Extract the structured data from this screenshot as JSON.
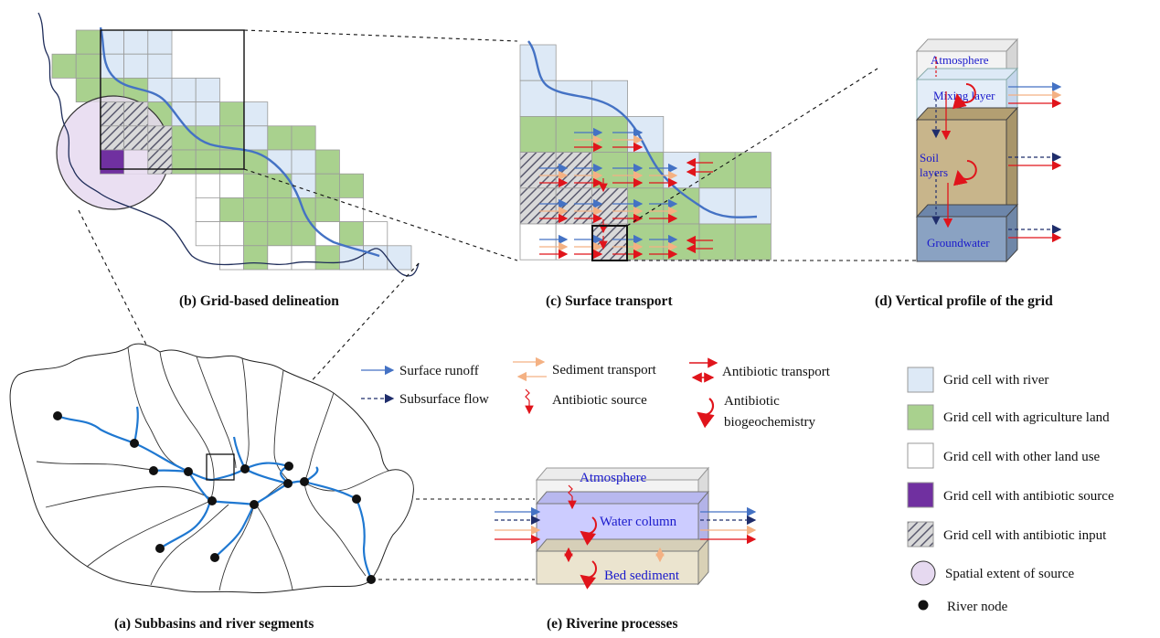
{
  "captions": {
    "a": "(a) Subbasins and river segments",
    "b": "(b) Grid-based delineation",
    "c": "(c) Surface transport",
    "d": "(d) Vertical profile of the grid",
    "e": "(e) Riverine processes"
  },
  "profile": {
    "atmosphere": "Atmosphere",
    "mixing": "Mixing layer",
    "soil_1": "Soil",
    "soil_2": "layers",
    "groundwater": "Groundwater"
  },
  "riverine": {
    "atmosphere": "Atmosphere",
    "water": "Water column",
    "bed": "Bed sediment"
  },
  "process_legend": {
    "surface": "Surface runoff",
    "subsurface": "Subsurface flow",
    "sediment": "Sediment transport",
    "source": "Antibiotic source",
    "transport": "Antibiotic transport",
    "biogeo_1": "Antibiotic",
    "biogeo_2": "biogeochemistry"
  },
  "cell_legend": {
    "river": "Grid cell with river",
    "agri": "Grid cell with agriculture land",
    "other": "Grid cell with other land use",
    "source": "Grid cell with antibiotic source",
    "input": "Grid cell with antibiotic input",
    "extent": "Spatial extent of source",
    "node": "River node"
  },
  "colors": {
    "river_cell": "#dde9f6",
    "agri_cell": "#a9d18e",
    "source_cell": "#7030a0",
    "extent": "#e6d9f0",
    "river_line": "#4472c4",
    "subbasin_river": "#1f78d1",
    "sediment": "#f4b183",
    "antibiotic": "#e0141b",
    "subsurface": "#1f2d6b",
    "soil": "#c8b58b",
    "groundwater": "#8aa2c2",
    "water_column": "#ccccff",
    "bed_sediment": "#ebe4cf",
    "text_blue": "#1a1acc"
  }
}
